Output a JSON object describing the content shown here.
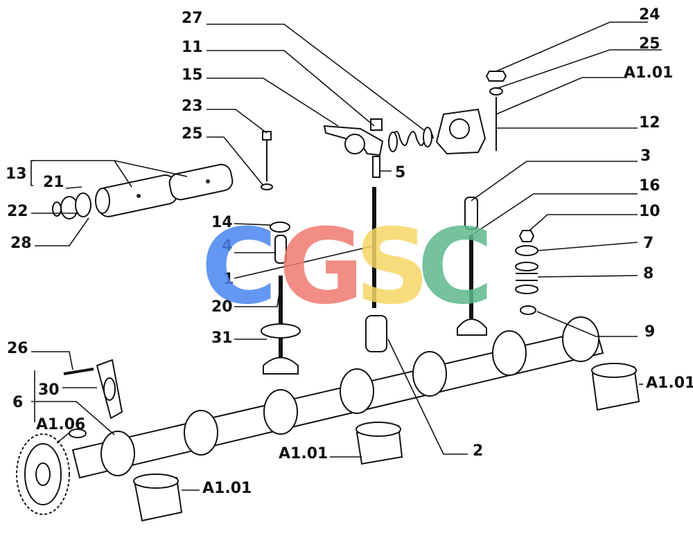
{
  "watermark": {
    "letters": [
      "C",
      "G",
      "S",
      "C"
    ],
    "colors": [
      "#4a86f0",
      "#ef7a70",
      "#f6d766",
      "#5db88c"
    ]
  },
  "labels": {
    "l27": "27",
    "l11": "11",
    "l15": "15",
    "l23": "23",
    "l25a": "25",
    "l13": "13",
    "l21": "21",
    "l22": "22",
    "l28": "28",
    "l24": "24",
    "l25b": "25",
    "l101a": "A1.01",
    "l12": "12",
    "l3": "3",
    "l5": "5",
    "l16": "16",
    "l10": "10",
    "l7": "7",
    "l8": "8",
    "l14": "14",
    "l4": "4",
    "l1": "1",
    "l20": "20",
    "l31": "31",
    "l9": "9",
    "l26": "26",
    "l30": "30",
    "l6": "6",
    "l106": "A1.06",
    "l101b": "A1.01",
    "l101c": "A1.01",
    "l101d": "A1.01",
    "l2": "2"
  }
}
